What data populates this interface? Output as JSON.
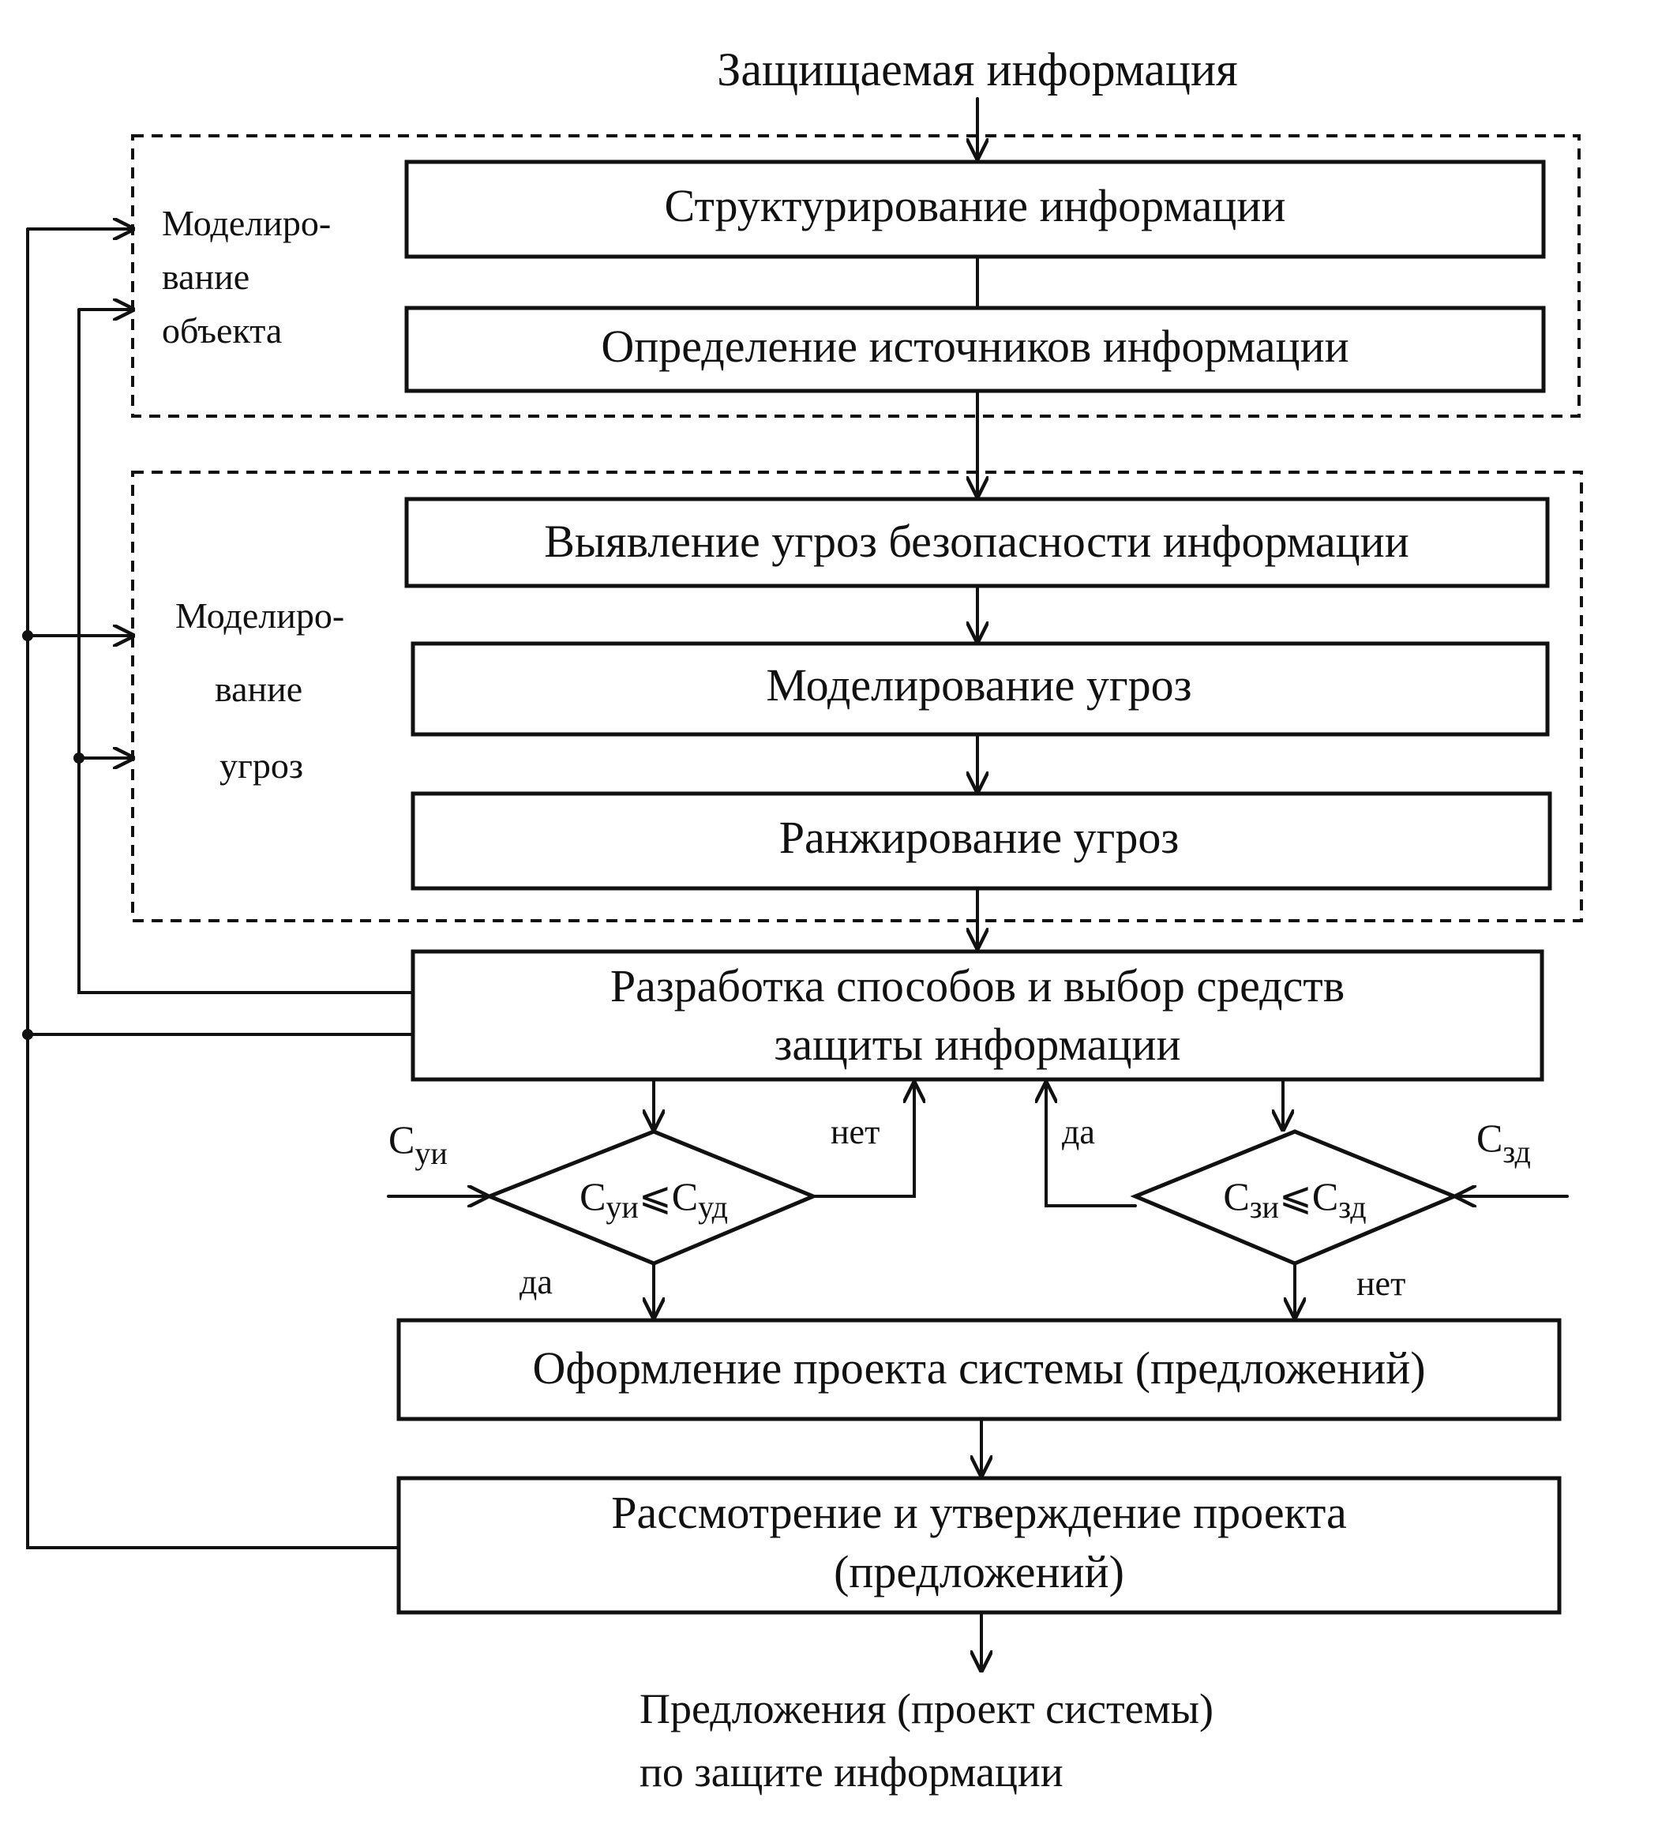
{
  "input_label": "Защищаемая информация",
  "group_object": {
    "label_lines": [
      "Моделиро-",
      "вание",
      "объекта"
    ]
  },
  "group_threats": {
    "label_lines": [
      "Моделиро-",
      "вание",
      "угроз"
    ]
  },
  "steps": {
    "structuring": "Структурирование информации",
    "sources": "Определение источников информации",
    "threat_detection": "Выявление угроз безопасности информации",
    "threat_modeling": "Моделирование угроз",
    "threat_ranking": "Ранжирование угроз",
    "development_lines": [
      "Разработка способов и выбор средств",
      "защиты информации"
    ],
    "project_design": "Оформление проекта системы (предложений)",
    "review_lines": [
      "Рассмотрение и утверждение проекта",
      "(предложений)"
    ]
  },
  "decision_left": {
    "condition_a": "С",
    "condition_a_sub": "уи",
    "condition_rel": "⩽",
    "condition_b": "С",
    "condition_b_sub": "уд",
    "input": "С",
    "input_sub": "уи",
    "yes": "да",
    "no": "нет"
  },
  "decision_right": {
    "condition_a": "С",
    "condition_a_sub": "зи",
    "condition_rel": "⩽",
    "condition_b": "С",
    "condition_b_sub": "зд",
    "input": "С",
    "input_sub": "зд",
    "yes": "да",
    "no": "нет"
  },
  "output_lines": [
    "Предложения (проект системы)",
    "по защите информации"
  ]
}
